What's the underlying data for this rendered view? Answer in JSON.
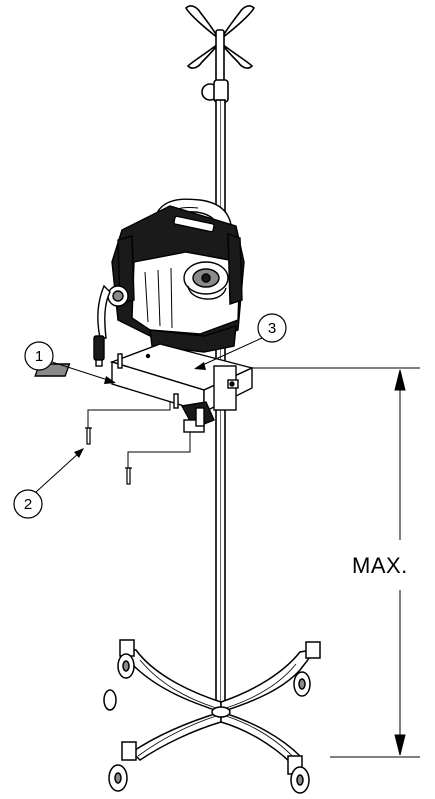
{
  "callouts": [
    {
      "id": "1",
      "label": "1"
    },
    {
      "id": "2",
      "label": "2"
    },
    {
      "id": "3",
      "label": "3"
    }
  ],
  "dimension": {
    "label": "MAX."
  },
  "colors": {
    "line": "#000000",
    "background": "#ffffff",
    "fill_dark": "#1a1a1a",
    "fill_mid": "#8a8a8a"
  }
}
